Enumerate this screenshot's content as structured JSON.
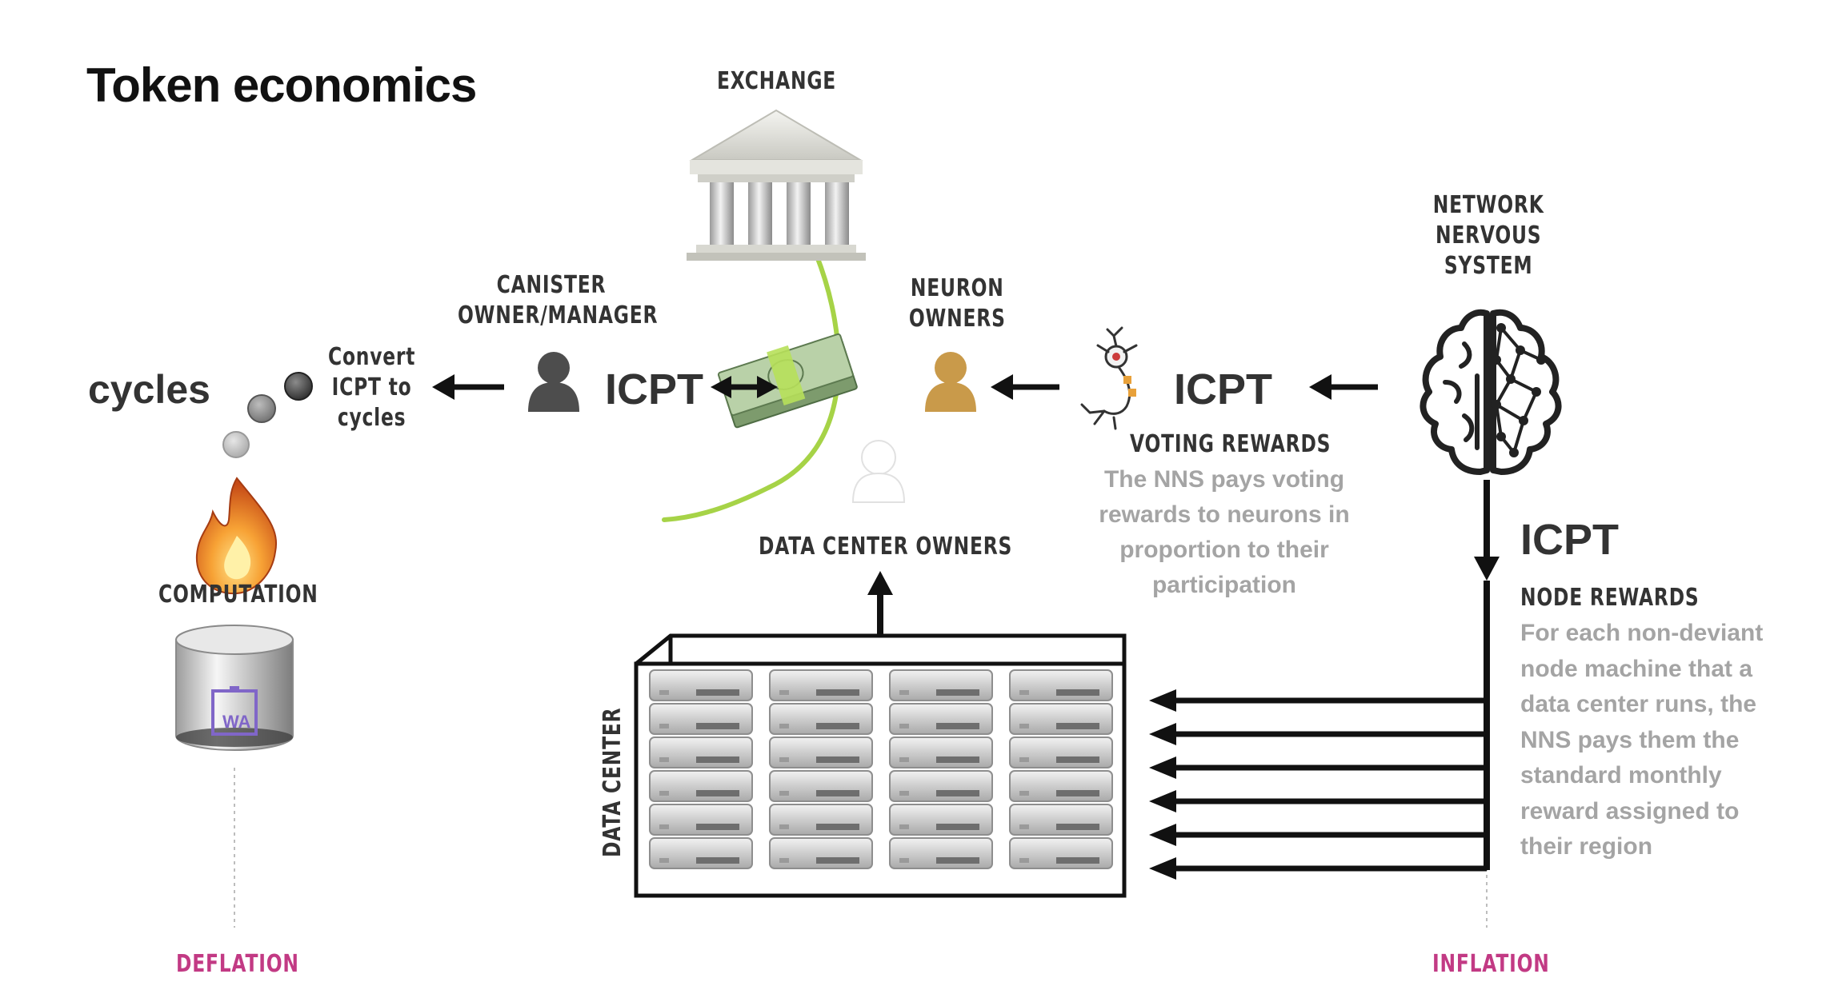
{
  "title": "Token economics",
  "exchange_label": "EXCHANGE",
  "canister_label": [
    "CANISTER",
    "OWNER/MANAGER"
  ],
  "neuron_label": [
    "NEURON",
    "OWNERS"
  ],
  "nns_label": [
    "NETWORK",
    "NERVOUS",
    "SYSTEM"
  ],
  "cycles_label": "cycles",
  "convert_label": [
    "Convert",
    "ICPT to",
    "cycles"
  ],
  "icpt_canister": "ICPT",
  "icpt_voting": "ICPT",
  "icpt_node": "ICPT",
  "voting_rewards": {
    "title": "VOTING REWARDS",
    "lines": [
      "The NNS pays voting",
      "rewards to neurons in",
      "proportion to their",
      "participation"
    ]
  },
  "node_rewards": {
    "title": "NODE REWARDS",
    "lines": [
      "For each non-deviant",
      "node machine that a",
      "data center runs, the",
      "NNS pays them the",
      "standard monthly",
      "reward assigned to",
      "their region"
    ]
  },
  "computation_label": "COMPUTATION",
  "wasm_label": "WA",
  "data_center_owners_label": "DATA CENTER OWNERS",
  "data_center_label": "DATA CENTER",
  "deflation_label": "DEFLATION",
  "inflation_label": "INFLATION",
  "colors": {
    "accent_magenta": "#c23a84",
    "green_curve": "#a6d347",
    "neuron_owner": "#c99a4a",
    "person_dark": "#4d4d4d",
    "caption_gray": "#a4a4a4"
  }
}
